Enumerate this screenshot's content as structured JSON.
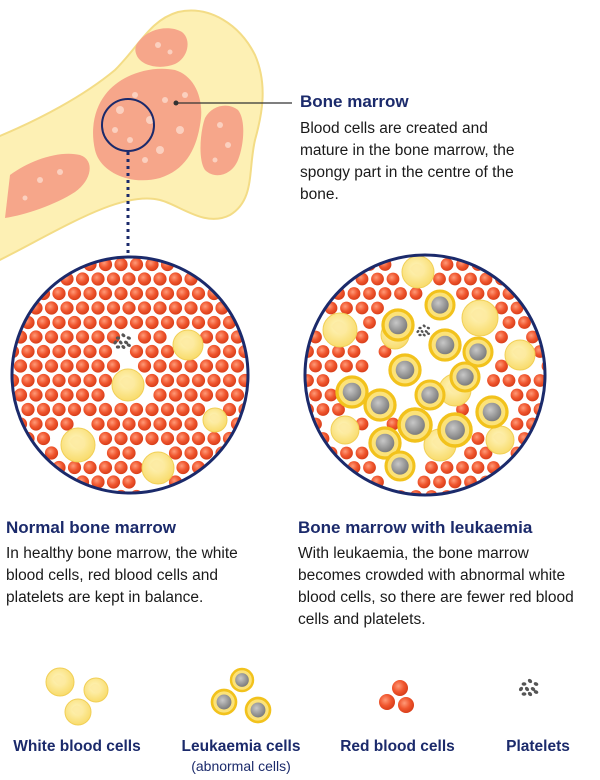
{
  "bone_marrow": {
    "title": "Bone marrow",
    "text": "Blood cells are created and mature in the bone marrow, the spongy part in the centre of the bone."
  },
  "normal": {
    "title": "Normal bone marrow",
    "text": "In healthy bone marrow, the white blood cells, red blood cells and platelets are kept in balance."
  },
  "leukaemia": {
    "title": "Bone marrow with leukaemia",
    "text": "With leukaemia, the bone marrow becomes crowded with abnormal white blood cells, so there are fewer red blood cells and platelets."
  },
  "legend": [
    {
      "label": "White blood cells",
      "sub": ""
    },
    {
      "label": "Leukaemia cells",
      "sub": "(abnormal cells)"
    },
    {
      "label": "Red blood cells",
      "sub": ""
    },
    {
      "label": "Platelets",
      "sub": ""
    }
  ],
  "colors": {
    "navy": "#1b2a6b",
    "bone": "#fdf0b4",
    "bone_outline": "#f3dc86",
    "marrow": "#f6a68a",
    "red_cell": "#f0522a",
    "white_cell": "#fde58a",
    "leukaemia_core": "#8f8f8f",
    "leukaemia_ring": "#f4c520",
    "platelet": "#555555"
  }
}
